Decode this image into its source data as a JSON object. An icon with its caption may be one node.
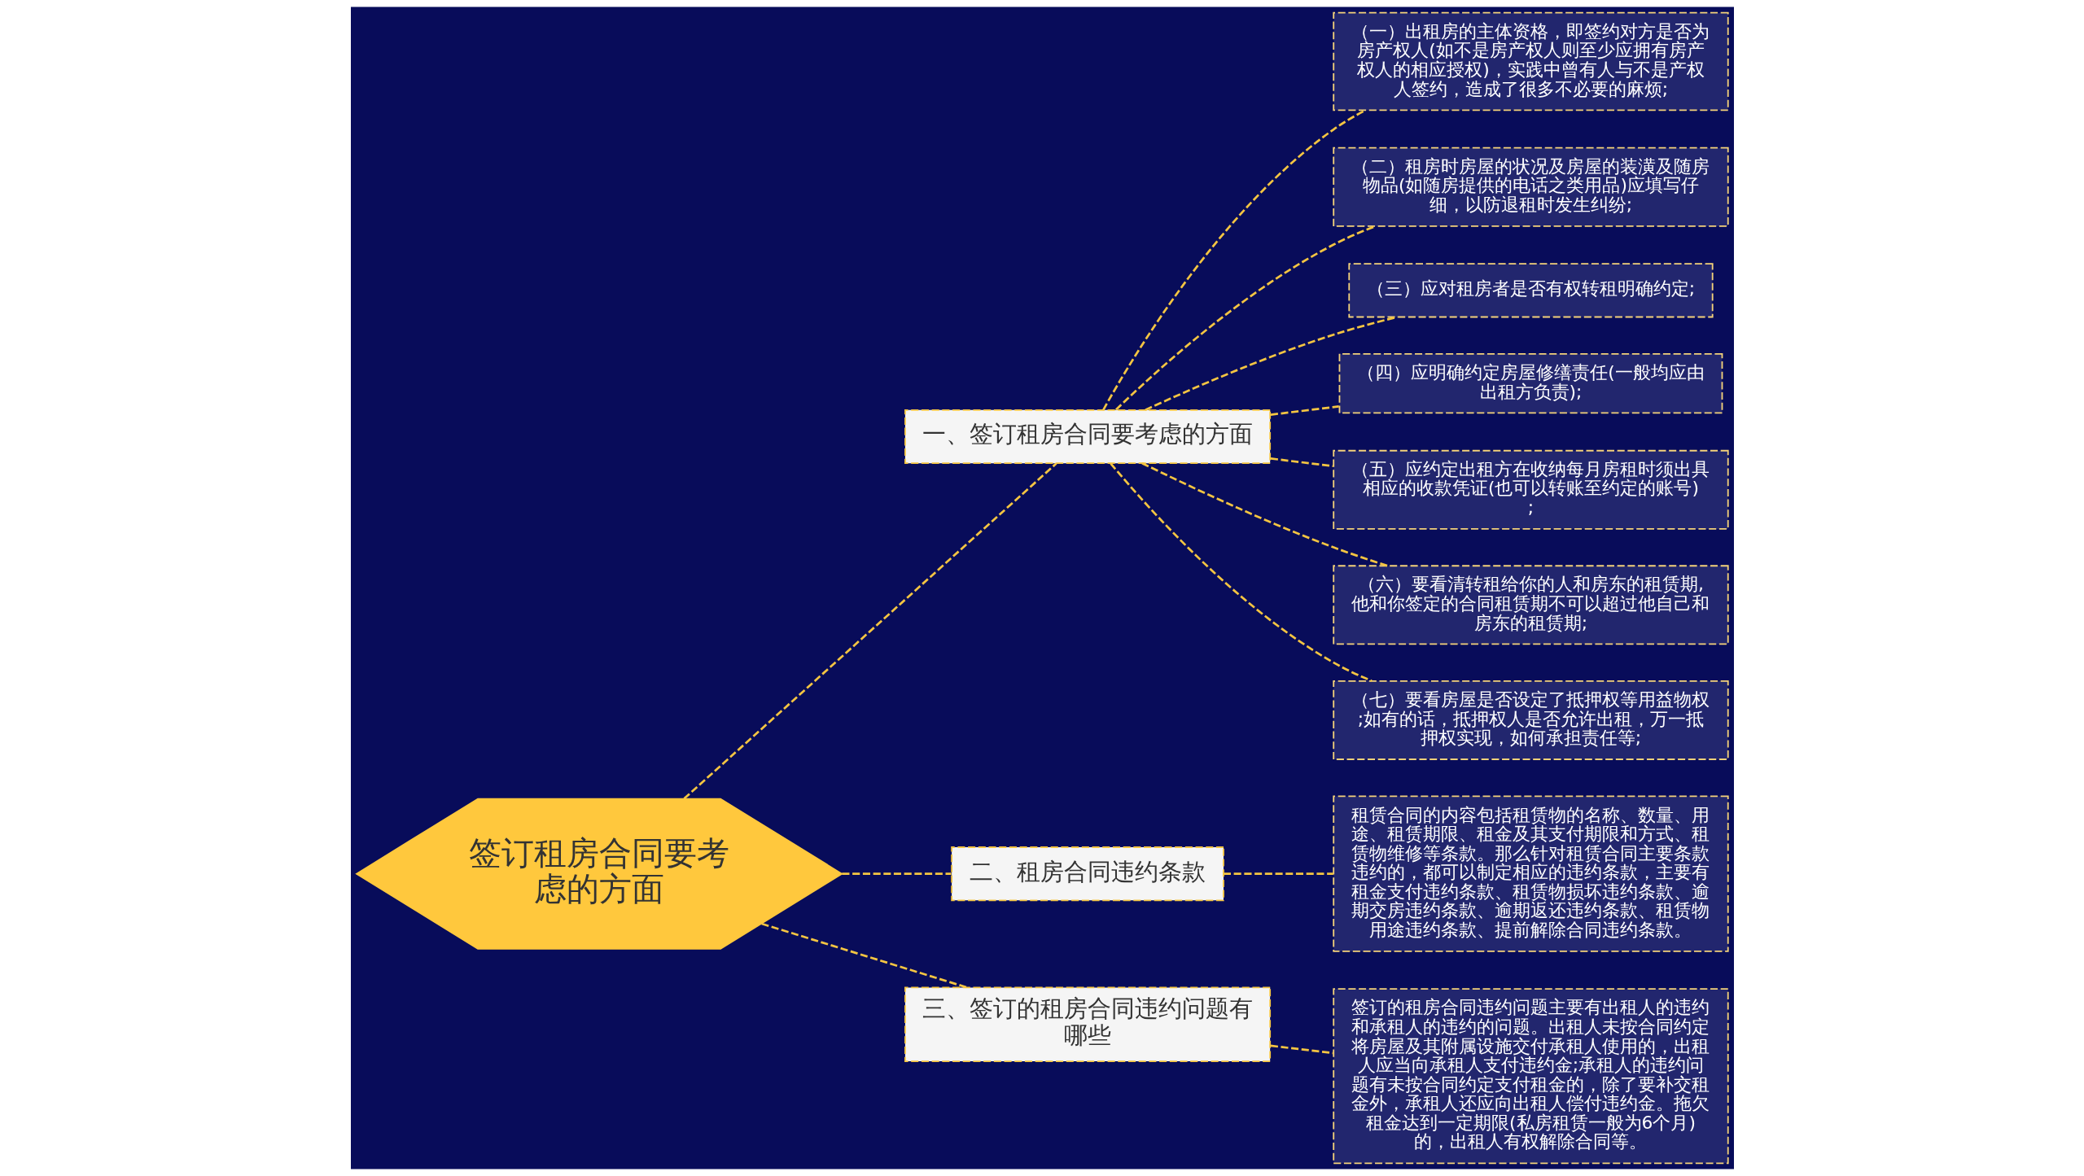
{
  "diagram": {
    "nodes": [
      {
        "text": [
          "签订租房合同要考虑的方面"
        ]
      },
      {
        "text": [
          "一、签订租房合同要考虑的方面"
        ]
      },
      {
        "text": [
          "（一）出租房的主体资格，即签约对方是否为房产权人(如不是房产权人则至少应拥有房产权人的相应授权)，实践中曾有人与不是产权人签约，造成了很多不必要的麻烦;"
        ]
      },
      {
        "text": [
          "（二）租房时房屋的状况及房屋的装潢及随房物品(如随房提供的电话之类用品)应填写仔细，以防退租时发生纠纷;"
        ]
      },
      {
        "text": [
          "（三）应对租房者是否有权转租明确约定;"
        ]
      },
      {
        "text": [
          "（四）应明确约定房屋修缮责任(一般均应由出租方负责);"
        ]
      },
      {
        "text": [
          "（五）应约定出租方在收纳每月房租时须出具相应的收款凭证(也可以转账至约定的账号);"
        ]
      },
      {
        "text": [
          "（六）要看清转租给你的人和房东的租赁期,他和你签定的合同租赁期不可以超过他自己和房东的租赁期;"
        ]
      },
      {
        "text": [
          "（七）要看房屋是否设定了抵押权等用益物权;如有的话，抵押权人是否允许出租，万一抵押权实现，如何承担责任等;"
        ]
      },
      {
        "text": [
          "二、租房合同违约条款"
        ]
      },
      {
        "text": [
          "租赁合同的内容包括租赁物的名称、数量、用途、租赁期限、租金及其支付期限和方式、租赁物维修等条款。那么针对租赁合同主要条款违约的，都可以制定相应的违约条款，主要有租金支付违约条款、租赁物损坏违约条款、逾期交房违约条款、逾期返还违约条款、租赁物用途违约条款、提前解除合同违约条款。"
        ]
      },
      {
        "text": [
          "三、签订的租房合同违约问题有哪些"
        ]
      },
      {
        "text": [
          "签订的租房合同违约问题主要有出租人的违约和承租人的违约的问题。出租人未按合同约定将房屋及其附属设施交付承租人使用的，出租人应当向承租人支付违约金;承租人的违约问题有未按合同约定支付租金的，除了要补交租金外，承租人还应向出租人偿付违约金。拖欠租金达到一定期限(私房租赁一般为6个月)的，出租人有权解除合同等。"
        ]
      }
    ],
    "edges": [
      {
        "from": 0,
        "to": 1,
        "arrow": "none",
        "style": "dashed"
      },
      {
        "from": 1,
        "to": 2,
        "arrow": "none",
        "style": "dashed"
      },
      {
        "from": 1,
        "to": 3,
        "arrow": "none",
        "style": "dashed"
      },
      {
        "from": 1,
        "to": 4,
        "arrow": "none",
        "style": "dashed"
      },
      {
        "from": 1,
        "to": 5,
        "arrow": "none",
        "style": "dashed"
      },
      {
        "from": 1,
        "to": 6,
        "arrow": "none",
        "style": "dashed"
      },
      {
        "from": 1,
        "to": 7,
        "arrow": "none",
        "style": "dashed"
      },
      {
        "from": 1,
        "to": 8,
        "arrow": "none",
        "style": "dashed"
      },
      {
        "from": 0,
        "to": 9,
        "arrow": "none",
        "style": "dashed"
      },
      {
        "from": 9,
        "to": 10,
        "arrow": "none",
        "style": "dashed"
      },
      {
        "from": 0,
        "to": 11,
        "arrow": "none",
        "style": "dashed"
      },
      {
        "from": 11,
        "to": 12,
        "arrow": "none",
        "style": "dashed"
      }
    ]
  }
}
